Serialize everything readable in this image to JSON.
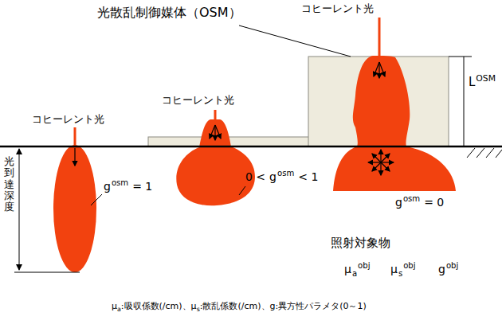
{
  "diagram": {
    "labels": [
      "光散乱制御媒体（OSM）",
      "コヒーレント光",
      "コヒーレント光",
      "コヒーレント光",
      "L",
      "OSM",
      "光到達深度",
      "g",
      "osm",
      "= 1",
      "0 <",
      "g",
      "osm",
      "< 1",
      "g",
      "osm",
      "= 0",
      "照射対象物",
      "μ",
      "a",
      "obj",
      "μ",
      "s",
      "obj",
      "g",
      "obj",
      "μ",
      "a",
      ":吸収係数(/cm)、μ",
      "s",
      ":散乱係数(/cm)、g:異方性パラメタ(0～1)"
    ]
  }
}
